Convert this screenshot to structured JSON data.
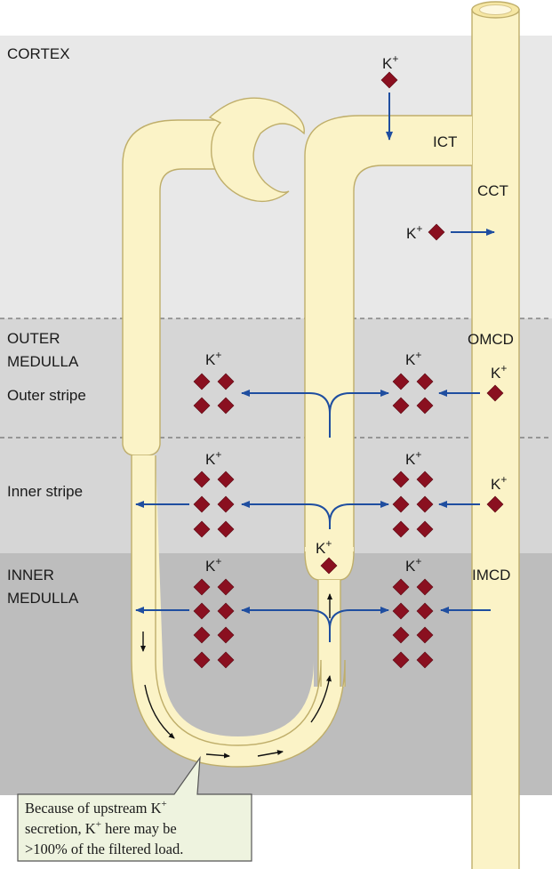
{
  "zones": {
    "cortex": "CORTEX",
    "outer_medulla_line1": "OUTER",
    "outer_medulla_line2": "MEDULLA",
    "outer_stripe": "Outer stripe",
    "inner_stripe": "Inner stripe",
    "inner_medulla_line1": "INNER",
    "inner_medulla_line2": "MEDULLA"
  },
  "segments": {
    "ict": "ICT",
    "cct": "CCT",
    "omcd": "OMCD",
    "imcd": "IMCD"
  },
  "ion": {
    "symbol": "K",
    "charge": "+"
  },
  "note": {
    "line1_pre": "Because of upstream K",
    "line1_sup": "+",
    "line2_pre": "secretion, K",
    "line2_sup": "+",
    "line2_post": " here may be",
    "line3": ">100% of the filtered load."
  },
  "colors": {
    "cortex_bg": "#e8e8e8",
    "outer_medulla_bg": "#d6d6d6",
    "inner_medulla_bg": "#bdbdbd",
    "tube": "#fbf3c7",
    "arrow": "#1f4ea0",
    "ion": "#8a1020",
    "note_bg": "#eef3df"
  }
}
